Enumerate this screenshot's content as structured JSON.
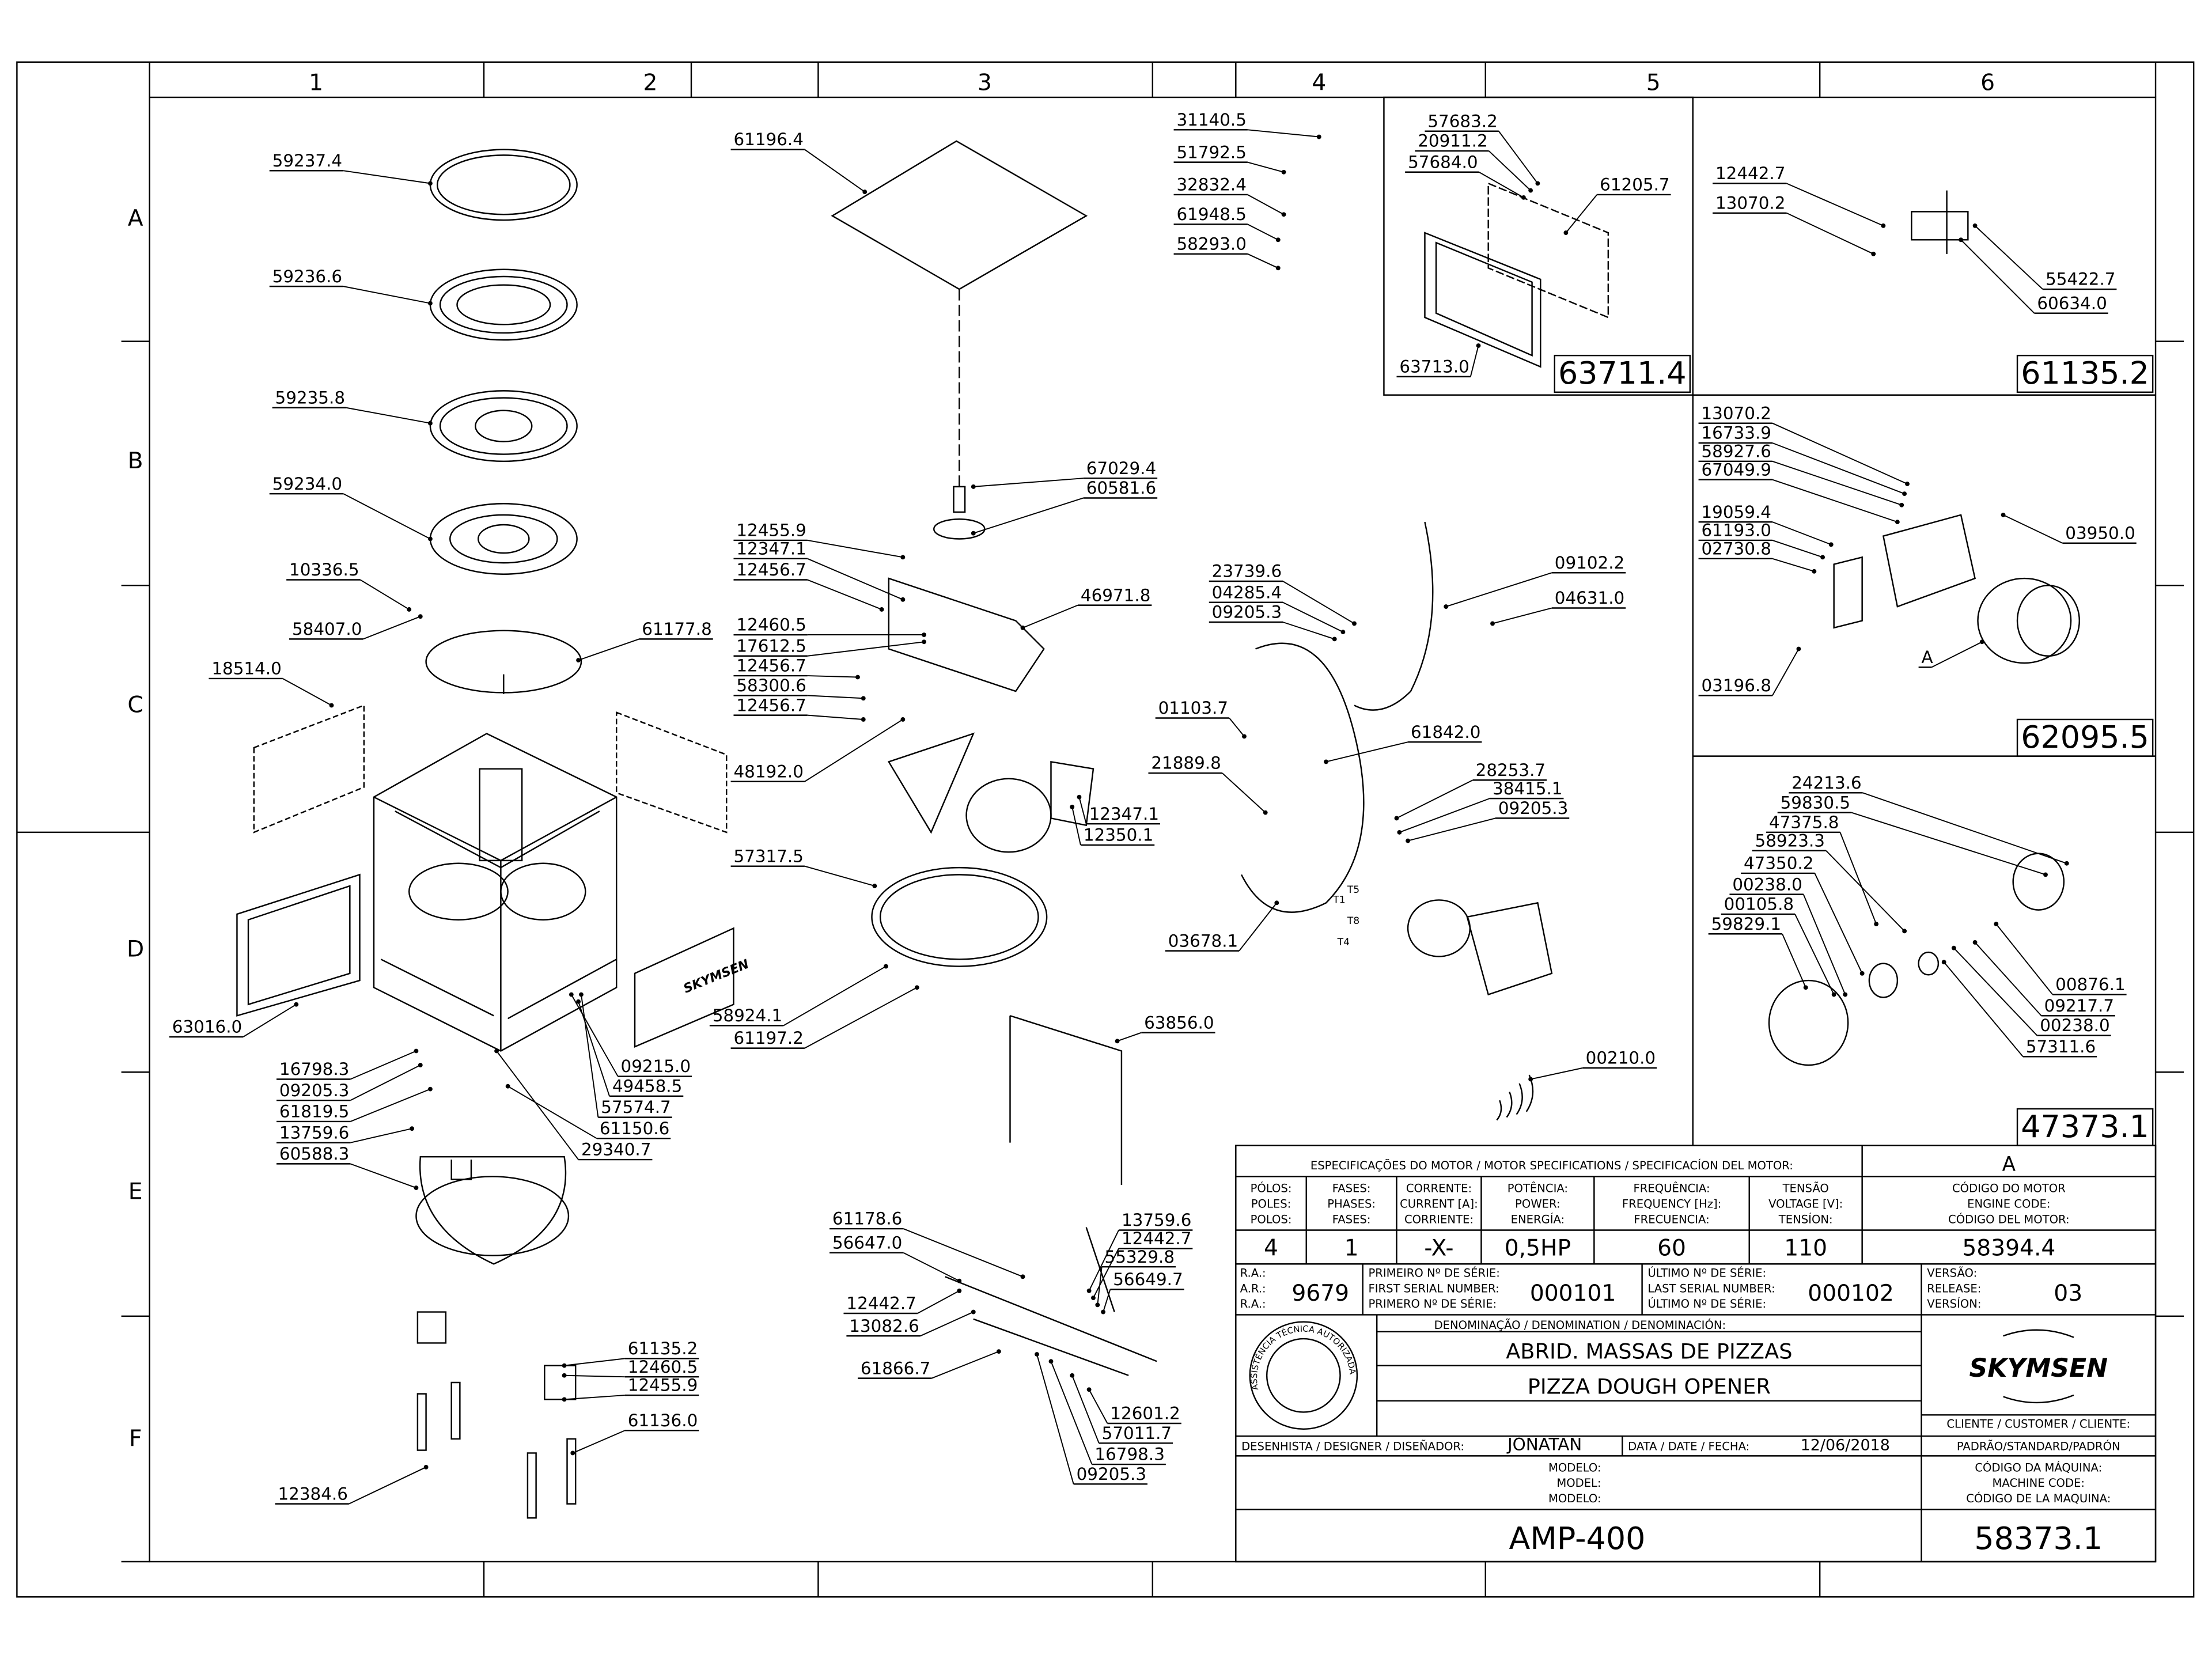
{
  "columns": [
    "1",
    "2",
    "3",
    "4",
    "5",
    "6"
  ],
  "rows": [
    "A",
    "B",
    "C",
    "D",
    "E",
    "F"
  ],
  "callouts": [
    "59237.4",
    "59236.6",
    "59235.8",
    "59234.0",
    "10336.5",
    "58407.0",
    "61177.8",
    "18514.0",
    "63016.0",
    "16798.3",
    "09205.3",
    "61819.5",
    "13759.6",
    "60588.3",
    "09215.0",
    "49458.5",
    "57574.7",
    "61150.6",
    "29340.7",
    "12384.6",
    "61135.2",
    "12460.5",
    "12455.9",
    "61136.0",
    "61196.4",
    "67029.4",
    "60581.6",
    "12455.9",
    "12347.1",
    "12456.7",
    "12460.5",
    "17612.5",
    "12456.7",
    "58300.6",
    "12456.7",
    "46971.8",
    "48192.0",
    "12347.1",
    "12350.1",
    "57317.5",
    "58924.1",
    "61197.2",
    "61178.6",
    "56647.0",
    "12442.7",
    "13082.6",
    "61866.7",
    "13759.6",
    "12442.7",
    "55329.8",
    "56649.7",
    "12601.2",
    "57011.7",
    "16798.3",
    "09205.3",
    "63856.0",
    "31140.5",
    "51792.5",
    "32832.4",
    "61948.5",
    "58293.0",
    "23739.6",
    "04285.4",
    "09205.3",
    "09102.2",
    "04631.0",
    "01103.7",
    "61842.0",
    "21889.8",
    "28253.7",
    "38415.1",
    "09205.3",
    "03678.1",
    "00210.0",
    "57683.2",
    "20911.2",
    "57684.0",
    "61205.7",
    "63713.0",
    "12442.7",
    "13070.2",
    "55422.7",
    "60634.0",
    "13070.2",
    "16733.9",
    "58927.6",
    "67049.9",
    "19059.4",
    "61193.0",
    "02730.8",
    "03950.0",
    "03196.8",
    "A",
    "24213.6",
    "59830.5",
    "47375.8",
    "58923.3",
    "47350.2",
    "00238.0",
    "00105.8",
    "59829.1",
    "00876.1",
    "09217.7",
    "00238.0",
    "57311.6"
  ],
  "detail_labels": [
    "63711.4",
    "61135.2",
    "62095.5",
    "47373.1"
  ],
  "wire_labels": [
    "T5",
    "T1",
    "T8",
    "T4"
  ],
  "brand": "SKYMSEN",
  "seal_text": "ASSISTÊNCIA TÉCNICA AUTORIZADA",
  "title_block": {
    "motor_spec_header": "ESPECIFICAÇÕES DO MOTOR / MOTOR SPECIFICATIONS / SPECIFICACÍON DEL MOTOR:",
    "motor_revision": "A",
    "headers": {
      "poles": [
        "PÓLOS:",
        "POLES:",
        "POLOS:"
      ],
      "phases": [
        "FASES:",
        "PHASES:",
        "FASES:"
      ],
      "current": [
        "CORRENTE:",
        "CURRENT [A]:",
        "CORRIENTE:"
      ],
      "power": [
        "POTÊNCIA:",
        "POWER:",
        "ENERGÍA:"
      ],
      "frequency": [
        "FREQUÊNCIA:",
        "FREQUENCY [Hz]:",
        "FRECUENCIA:"
      ],
      "voltage": [
        "TENSÃO",
        "VOLTAGE [V]:",
        "TENSÍON:"
      ],
      "motor_code": [
        "CÓDIGO DO MOTOR",
        "ENGINE CODE:",
        "CÓDIGO DEL MOTOR:"
      ]
    },
    "values": {
      "poles": "4",
      "phases": "1",
      "current": "-X-",
      "power": "0,5HP",
      "frequency": "60",
      "voltage": "110",
      "motor_code": "58394.4"
    },
    "ra_labels": [
      "R.A.:",
      "A.R.:",
      "R.A.:"
    ],
    "ra_value": "9679",
    "first_serial_labels": [
      "PRIMEIRO Nº DE SÉRIE:",
      "FIRST SERIAL NUMBER:",
      "PRIMERO Nº DE SÉRIE:"
    ],
    "first_serial": "000101",
    "last_serial_labels": [
      "ÚLTIMO Nº DE SÉRIE:",
      "LAST SERIAL NUMBER:",
      "ÚLTIMO Nº DE SÉRIE:"
    ],
    "last_serial": "000102",
    "version_labels": [
      "VERSÃO:",
      "RELEASE:",
      "VERSÍON:"
    ],
    "version": "03",
    "denomination_header": "DENOMINAÇÃO / DENOMINATION / DENOMINACIÓN:",
    "name_pt": "ABRID. MASSAS DE PIZZAS",
    "name_en": "PIZZA DOUGH OPENER",
    "client_label": "CLIENTE / CUSTOMER / CLIENTE:",
    "client_value": "PADRÃO/STANDARD/PADRÓN",
    "designer_label": "DESENHISTA / DESIGNER / DISEÑADOR:",
    "designer": "JONATAN",
    "date_label": "DATA / DATE / FECHA:",
    "date": "12/06/2018",
    "model_labels": [
      "MODELO:",
      "MODEL:",
      "MODELO:"
    ],
    "machine_code_labels": [
      "CÓDIGO DA MÁQUINA:",
      "MACHINE CODE:",
      "CÓDIGO DE LA MAQUINA:"
    ],
    "model": "AMP-400",
    "machine_code": "58373.1"
  }
}
